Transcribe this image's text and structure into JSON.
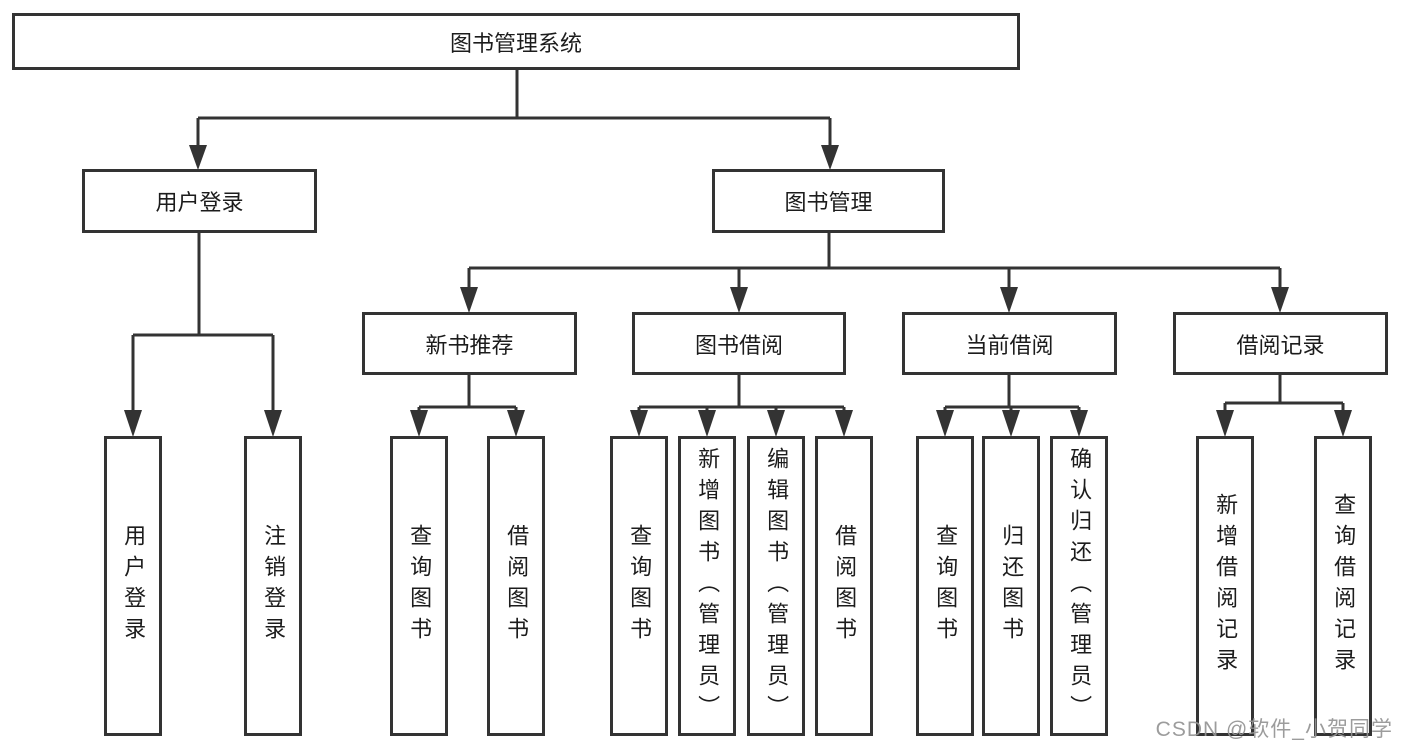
{
  "diagram": {
    "root": {
      "label": "图书管理系统"
    },
    "branches": [
      {
        "label": "用户登录",
        "children": [
          {
            "label": "用户登录"
          },
          {
            "label": "注销登录"
          }
        ]
      },
      {
        "label": "图书管理",
        "children": [
          {
            "label": "新书推荐",
            "children": [
              {
                "label": "查询图书"
              },
              {
                "label": "借阅图书"
              }
            ]
          },
          {
            "label": "图书借阅",
            "children": [
              {
                "label": "查询图书"
              },
              {
                "label": "新增图书（管理员）"
              },
              {
                "label": "编辑图书（管理员）"
              },
              {
                "label": "借阅图书"
              }
            ]
          },
          {
            "label": "当前借阅",
            "children": [
              {
                "label": "查询图书"
              },
              {
                "label": "归还图书"
              },
              {
                "label": "确认归还（管理员）"
              }
            ]
          },
          {
            "label": "借阅记录",
            "children": [
              {
                "label": "新增借阅记录"
              },
              {
                "label": "查询借阅记录"
              }
            ]
          }
        ]
      }
    ]
  },
  "watermark": {
    "text": "CSDN @软件_小贺同学"
  },
  "colors": {
    "line": "#333333",
    "box_border": "#333333",
    "text": "#1c1c1c",
    "watermark": "#949494",
    "background": "#ffffff"
  }
}
